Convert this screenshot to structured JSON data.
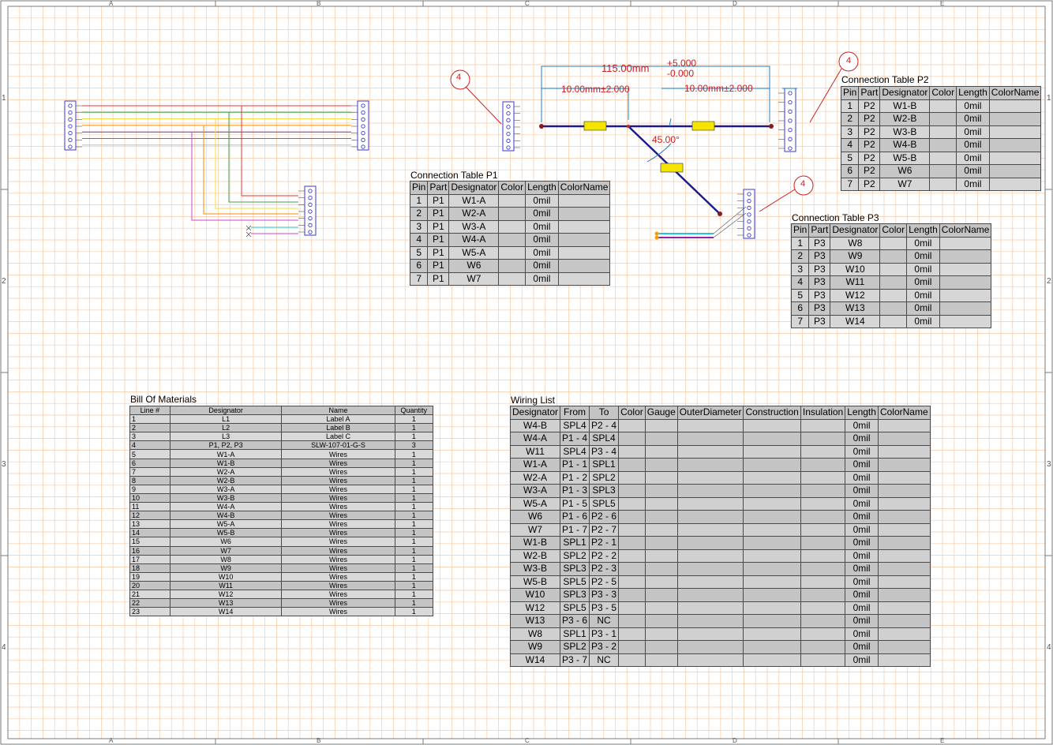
{
  "zones": {
    "columns": [
      "A",
      "B",
      "C",
      "D",
      "E"
    ],
    "rows": [
      "1",
      "2",
      "3",
      "4"
    ]
  },
  "colors": {
    "grid": "#f7c9a6",
    "frame": "#7a7a7a",
    "wire_blue": "#1a1a8a",
    "dimension": "#1e7fc8",
    "callout": "#cc2222",
    "label_fill": "#f5e400"
  },
  "harness": {
    "dim_total": "115.00mm",
    "dim_tol_plus": "+5.000",
    "dim_tol_minus": "-0.000",
    "dim_left": "10.00mm±2.000",
    "dim_right": "10.00mm±2.000",
    "angle": "45.00°",
    "callout": "4"
  },
  "conn_p1": {
    "title": "Connection Table P1",
    "headers": [
      "Pin",
      "Part",
      "Designator",
      "Color",
      "Length",
      "ColorName"
    ],
    "rows": [
      [
        "1",
        "P1",
        "W1-A",
        "",
        "0mil",
        ""
      ],
      [
        "2",
        "P1",
        "W2-A",
        "",
        "0mil",
        ""
      ],
      [
        "3",
        "P1",
        "W3-A",
        "",
        "0mil",
        ""
      ],
      [
        "4",
        "P1",
        "W4-A",
        "",
        "0mil",
        ""
      ],
      [
        "5",
        "P1",
        "W5-A",
        "",
        "0mil",
        ""
      ],
      [
        "6",
        "P1",
        "W6",
        "",
        "0mil",
        ""
      ],
      [
        "7",
        "P1",
        "W7",
        "",
        "0mil",
        ""
      ]
    ]
  },
  "conn_p2": {
    "title": "Connection Table P2",
    "headers": [
      "Pin",
      "Part",
      "Designator",
      "Color",
      "Length",
      "ColorName"
    ],
    "rows": [
      [
        "1",
        "P2",
        "W1-B",
        "",
        "0mil",
        ""
      ],
      [
        "2",
        "P2",
        "W2-B",
        "",
        "0mil",
        ""
      ],
      [
        "3",
        "P2",
        "W3-B",
        "",
        "0mil",
        ""
      ],
      [
        "4",
        "P2",
        "W4-B",
        "",
        "0mil",
        ""
      ],
      [
        "5",
        "P2",
        "W5-B",
        "",
        "0mil",
        ""
      ],
      [
        "6",
        "P2",
        "W6",
        "",
        "0mil",
        ""
      ],
      [
        "7",
        "P2",
        "W7",
        "",
        "0mil",
        ""
      ]
    ]
  },
  "conn_p3": {
    "title": "Connection Table P3",
    "headers": [
      "Pin",
      "Part",
      "Designator",
      "Color",
      "Length",
      "ColorName"
    ],
    "rows": [
      [
        "1",
        "P3",
        "W8",
        "",
        "0mil",
        ""
      ],
      [
        "2",
        "P3",
        "W9",
        "",
        "0mil",
        ""
      ],
      [
        "3",
        "P3",
        "W10",
        "",
        "0mil",
        ""
      ],
      [
        "4",
        "P3",
        "W11",
        "",
        "0mil",
        ""
      ],
      [
        "5",
        "P3",
        "W12",
        "",
        "0mil",
        ""
      ],
      [
        "6",
        "P3",
        "W13",
        "",
        "0mil",
        ""
      ],
      [
        "7",
        "P3",
        "W14",
        "",
        "0mil",
        ""
      ]
    ]
  },
  "bom": {
    "title": "Bill Of Materials",
    "headers": [
      "Line #",
      "Designator",
      "Name",
      "Quantity"
    ],
    "rows": [
      [
        "1",
        "L1",
        "Label A",
        "1"
      ],
      [
        "2",
        "L2",
        "Label B",
        "1"
      ],
      [
        "3",
        "L3",
        "Label C",
        "1"
      ],
      [
        "4",
        "P1, P2, P3",
        "SLW-107-01-G-S",
        "3"
      ],
      [
        "5",
        "W1-A",
        "Wires",
        "1"
      ],
      [
        "6",
        "W1-B",
        "Wires",
        "1"
      ],
      [
        "7",
        "W2-A",
        "Wires",
        "1"
      ],
      [
        "8",
        "W2-B",
        "Wires",
        "1"
      ],
      [
        "9",
        "W3-A",
        "Wires",
        "1"
      ],
      [
        "10",
        "W3-B",
        "Wires",
        "1"
      ],
      [
        "11",
        "W4-A",
        "Wires",
        "1"
      ],
      [
        "12",
        "W4-B",
        "Wires",
        "1"
      ],
      [
        "13",
        "W5-A",
        "Wires",
        "1"
      ],
      [
        "14",
        "W5-B",
        "Wires",
        "1"
      ],
      [
        "15",
        "W6",
        "Wires",
        "1"
      ],
      [
        "16",
        "W7",
        "Wires",
        "1"
      ],
      [
        "17",
        "W8",
        "Wires",
        "1"
      ],
      [
        "18",
        "W9",
        "Wires",
        "1"
      ],
      [
        "19",
        "W10",
        "Wires",
        "1"
      ],
      [
        "20",
        "W11",
        "Wires",
        "1"
      ],
      [
        "21",
        "W12",
        "Wires",
        "1"
      ],
      [
        "22",
        "W13",
        "Wires",
        "1"
      ],
      [
        "23",
        "W14",
        "Wires",
        "1"
      ]
    ]
  },
  "wiring": {
    "title": "Wiring List",
    "headers": [
      "Designator",
      "From",
      "To",
      "Color",
      "Gauge",
      "OuterDiameter",
      "Construction",
      "Insulation",
      "Length",
      "ColorName"
    ],
    "rows": [
      [
        "W4-B",
        "SPL4",
        "P2 - 4",
        "",
        "",
        "",
        "",
        "",
        "0mil",
        ""
      ],
      [
        "W4-A",
        "P1 - 4",
        "SPL4",
        "",
        "",
        "",
        "",
        "",
        "0mil",
        ""
      ],
      [
        "W11",
        "SPL4",
        "P3 - 4",
        "",
        "",
        "",
        "",
        "",
        "0mil",
        ""
      ],
      [
        "W1-A",
        "P1 - 1",
        "SPL1",
        "",
        "",
        "",
        "",
        "",
        "0mil",
        ""
      ],
      [
        "W2-A",
        "P1 - 2",
        "SPL2",
        "",
        "",
        "",
        "",
        "",
        "0mil",
        ""
      ],
      [
        "W3-A",
        "P1 - 3",
        "SPL3",
        "",
        "",
        "",
        "",
        "",
        "0mil",
        ""
      ],
      [
        "W5-A",
        "P1 - 5",
        "SPL5",
        "",
        "",
        "",
        "",
        "",
        "0mil",
        ""
      ],
      [
        "W6",
        "P1 - 6",
        "P2 - 6",
        "",
        "",
        "",
        "",
        "",
        "0mil",
        ""
      ],
      [
        "W7",
        "P1 - 7",
        "P2 - 7",
        "",
        "",
        "",
        "",
        "",
        "0mil",
        ""
      ],
      [
        "W1-B",
        "SPL1",
        "P2 - 1",
        "",
        "",
        "",
        "",
        "",
        "0mil",
        ""
      ],
      [
        "W2-B",
        "SPL2",
        "P2 - 2",
        "",
        "",
        "",
        "",
        "",
        "0mil",
        ""
      ],
      [
        "W3-B",
        "SPL3",
        "P2 - 3",
        "",
        "",
        "",
        "",
        "",
        "0mil",
        ""
      ],
      [
        "W5-B",
        "SPL5",
        "P2 - 5",
        "",
        "",
        "",
        "",
        "",
        "0mil",
        ""
      ],
      [
        "W10",
        "SPL3",
        "P3 - 3",
        "",
        "",
        "",
        "",
        "",
        "0mil",
        ""
      ],
      [
        "W12",
        "SPL5",
        "P3 - 5",
        "",
        "",
        "",
        "",
        "",
        "0mil",
        ""
      ],
      [
        "W13",
        "P3 - 6",
        "NC",
        "",
        "",
        "",
        "",
        "",
        "0mil",
        ""
      ],
      [
        "W8",
        "SPL1",
        "P3 - 1",
        "",
        "",
        "",
        "",
        "",
        "0mil",
        ""
      ],
      [
        "W9",
        "SPL2",
        "P3 - 2",
        "",
        "",
        "",
        "",
        "",
        "0mil",
        ""
      ],
      [
        "W14",
        "P3 - 7",
        "NC",
        "",
        "",
        "",
        "",
        "",
        "0mil",
        ""
      ]
    ]
  }
}
